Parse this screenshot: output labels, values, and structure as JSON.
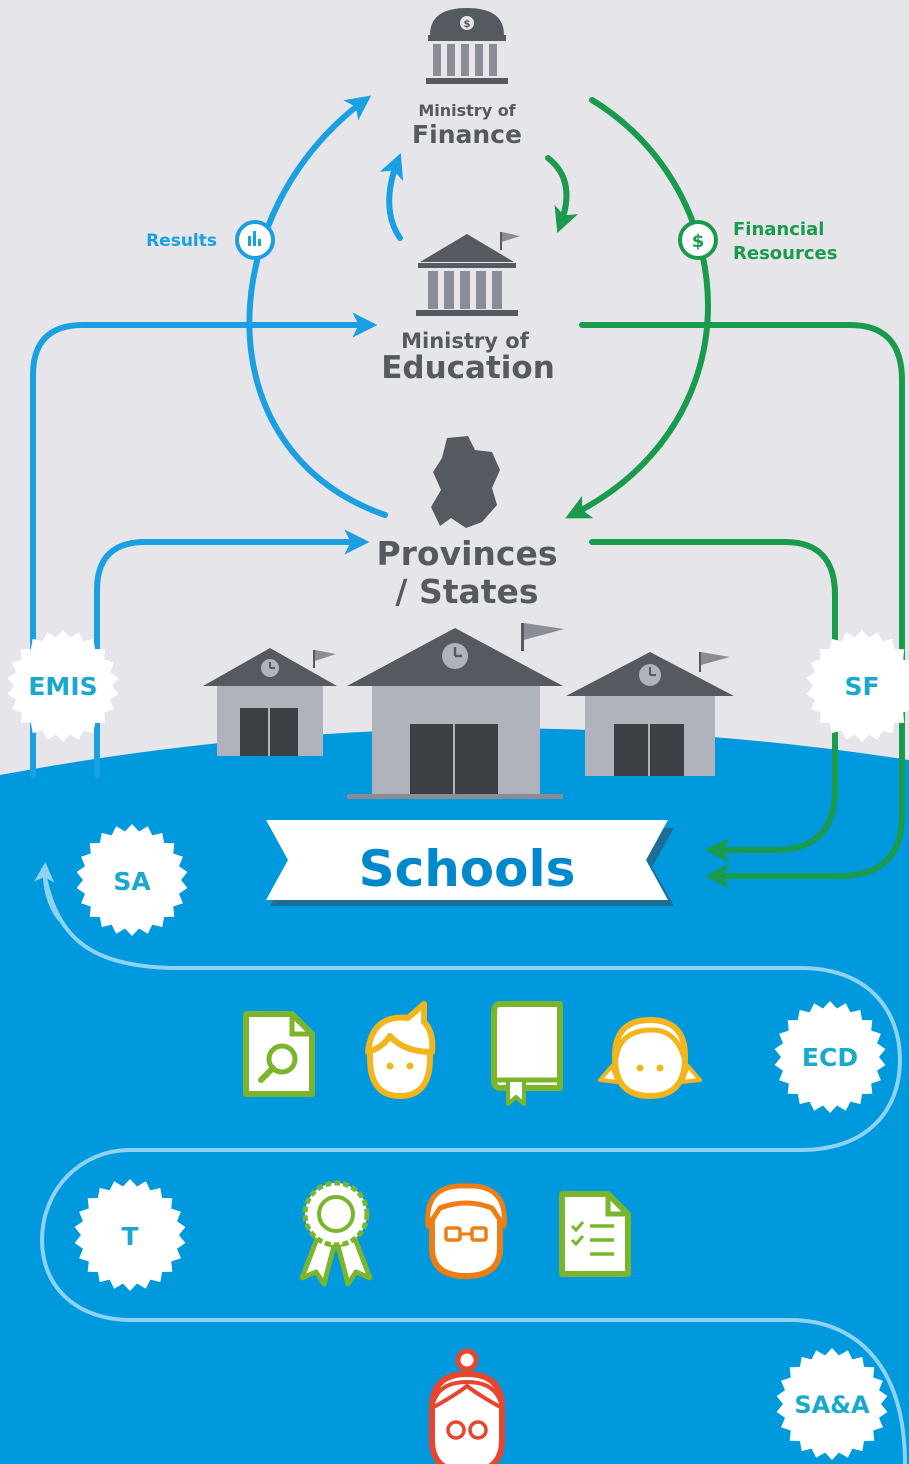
{
  "nodes": {
    "finance": {
      "line1": "Ministry of",
      "line2": "Finance"
    },
    "education": {
      "line1": "Ministry of",
      "line2": "Education"
    },
    "provinces": {
      "line1": "Provinces",
      "line2": "/ States"
    },
    "schools": {
      "label": "Schools"
    }
  },
  "flows": {
    "results": "Results",
    "financial_line1": "Financial",
    "financial_line2": "Resources"
  },
  "badges": {
    "emis": "EMIS",
    "sf": "SF",
    "sa": "SA",
    "ecd": "ECD",
    "t": "T",
    "saa": "SA&A"
  },
  "colors": {
    "background": "#e6e6ea",
    "sea": "#0099dd",
    "blue_flow": "#1aa0e0",
    "green_flow": "#1a9a4c",
    "building_dark": "#555a60",
    "building_light": "#b0b3bc",
    "badge_text": "#1aa8cf",
    "icon_green": "#7ab52c",
    "icon_yellow": "#f2b51c",
    "icon_orange": "#ee7d14",
    "icon_red": "#e8452e"
  }
}
